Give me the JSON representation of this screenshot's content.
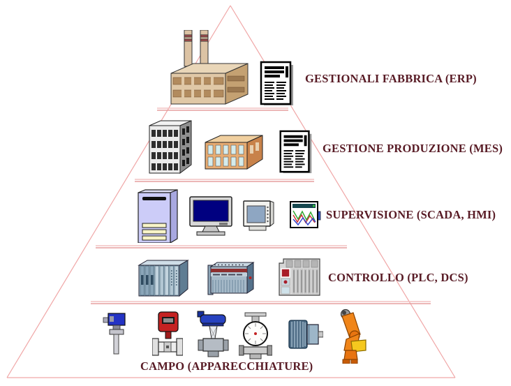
{
  "diagram": {
    "type": "pyramid",
    "description": "Industrial automation hierarchy pyramid with five levels",
    "levels": [
      {
        "id": "erp",
        "label": "GESTIONALI FABBRICA (ERP)",
        "icons": [
          "factory-icon",
          "erp-document-icon"
        ]
      },
      {
        "id": "mes",
        "label": "GESTIONE PRODUZIONE (MES)",
        "icons": [
          "office-building-icon",
          "warehouse-building-icon",
          "mes-document-icon"
        ]
      },
      {
        "id": "scada",
        "label": "SUPERVISIONE (SCADA, HMI)",
        "icons": [
          "server-tower-icon",
          "desktop-monitor-icon",
          "hmi-panel-icon",
          "chart-recorder-icon"
        ]
      },
      {
        "id": "plc",
        "label": "CONTROLLO (PLC, DCS)",
        "icons": [
          "rack-plc-icon",
          "compact-plc-icon",
          "dcs-rack-icon"
        ]
      },
      {
        "id": "field",
        "label": "CAMPO (APPARECCHIATURE)",
        "icons": [
          "temperature-sensor-icon",
          "flow-transmitter-icon",
          "control-valve-icon",
          "flow-meter-icon",
          "electric-motor-icon",
          "robot-arm-icon"
        ]
      }
    ],
    "colors": {
      "background": "#ffffff",
      "pyramid_outline": "#f0a6a6",
      "divider_light": "#f2c2c2",
      "divider_dark": "#e59f9f",
      "label_text": "#581b25"
    }
  }
}
